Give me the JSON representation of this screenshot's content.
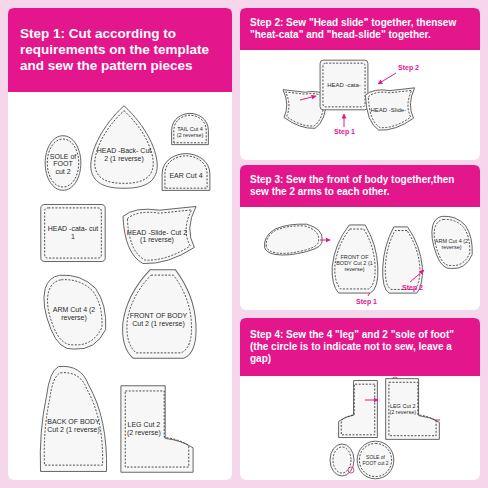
{
  "diagram": {
    "nodes": [
      {
        "text": [
          "Step 1: Cut according to requirements on the template and sew the pattern pieces"
        ]
      },
      {
        "text": [
          "SOLE of FOOT cut 2"
        ],
        "in": 0
      },
      {
        "text": [
          "HEAD -Back- Cut 2 (1 reverse)"
        ],
        "in": 0
      },
      {
        "text": [
          "TAIL Cut 4 (2 reverse)"
        ],
        "in": 0
      },
      {
        "text": [
          "EAR Cut 4"
        ],
        "in": 0
      },
      {
        "text": [
          "HEAD -cata- cut 1"
        ],
        "in": 0
      },
      {
        "text": [
          "HEAD -Slide- Cut 2 (1 reverse)"
        ],
        "in": 0
      },
      {
        "text": [
          "ARM Cut 4 (2 reverse)"
        ],
        "in": 0
      },
      {
        "text": [
          "FRONT OF BODY Cut 2 (1 reverse)"
        ],
        "in": 0
      },
      {
        "text": [
          "BACK OF BODY Cut 2 (1 reverse)"
        ],
        "in": 0
      },
      {
        "text": [
          "LEG Cut 2 (2 reverse)"
        ],
        "in": 0
      },
      {
        "text": [
          "Step 2: Sew \"Head slide\" together, thensew \"heat-cata\" and \"head-slide\" together."
        ]
      },
      {
        "text": [
          "HEAD -cata-"
        ],
        "in": 11
      },
      {
        "text": [
          "HEAD -Slide-"
        ],
        "in": 11
      },
      {
        "text": [
          "Step 3: Sew the front of body together,then sew the 2 arms to each other."
        ]
      },
      {
        "text": [
          "FRONT OF BODY Cut 2 (1 reverse)"
        ],
        "in": 14
      },
      {
        "text": [
          "ARM Cut 4 (2 reverse)"
        ],
        "in": 14
      },
      {
        "text": [
          "Step 4: Sew the 4 \"leg\" and 2 \"sole of foot\" (the circle is to indicate not to sew, leave a gap)"
        ]
      },
      {
        "text": [
          "LEG Cut 2 (2 reverse)"
        ],
        "in": 17
      },
      {
        "text": [
          "SOLE of FOOT cut 2"
        ],
        "in": 17
      }
    ],
    "labels": [
      "Step 2",
      "Step 1",
      "Step 1",
      "Step 2"
    ]
  }
}
